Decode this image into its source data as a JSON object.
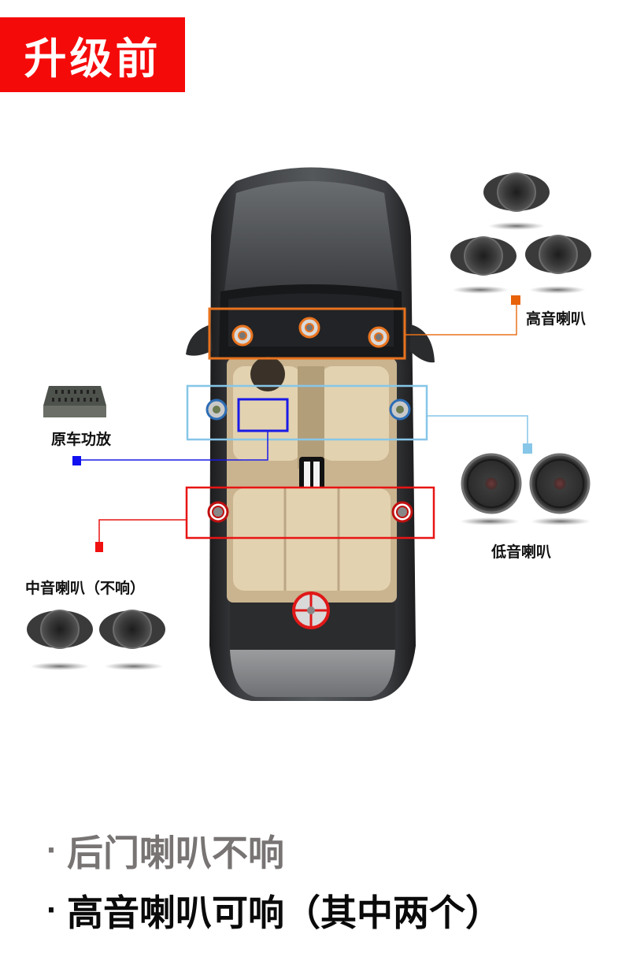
{
  "header": {
    "title": "升级前"
  },
  "labels": {
    "tweeter": "高音喇叭",
    "amplifier": "原车功放",
    "woofer": "低音喇叭",
    "midrange": "中音喇叭（不响）"
  },
  "bullets": [
    {
      "dot": "·",
      "text": "后门喇叭不响"
    },
    {
      "dot": "·",
      "text": "高音喇叭可响（其中两个）"
    }
  ],
  "colors": {
    "title_bg": "#f50a0a",
    "tweeter_line": "#e8731e",
    "woofer_line": "#86c6e8",
    "amplifier_line": "#1a1ae6",
    "midrange_line": "#e81414",
    "bullet_muted": "#787474",
    "bullet_strong": "#0a0a0a"
  },
  "icons": {
    "tweeter": "tweeter-speaker-icon",
    "woofer": "woofer-speaker-icon",
    "amplifier": "amplifier-unit-icon",
    "midrange": "midrange-speaker-icon",
    "car": "car-top-view-icon"
  }
}
